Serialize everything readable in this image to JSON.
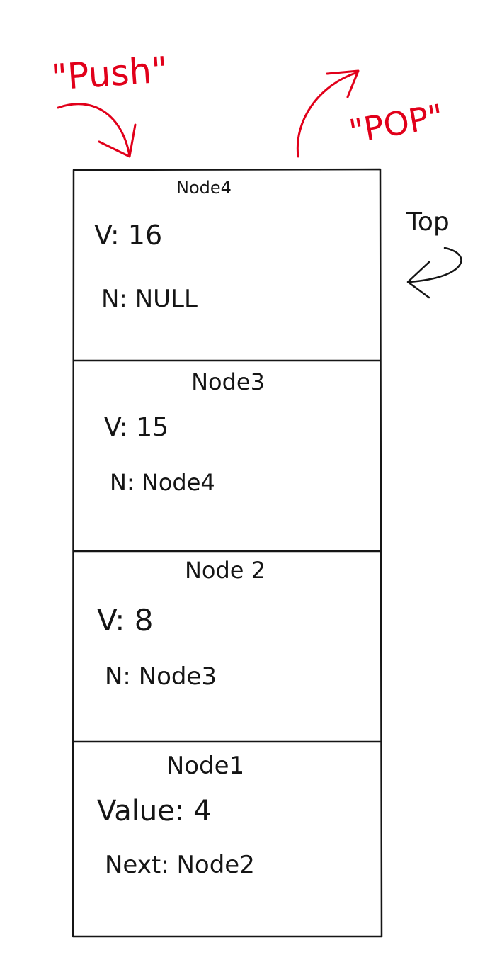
{
  "labels": {
    "push": "\"Push\"",
    "pop": "\"POP\"",
    "top": "Top"
  },
  "nodes": [
    {
      "title": "Node4",
      "value_line": "V: 16",
      "next_line": "N: NULL"
    },
    {
      "title": "Node3",
      "value_line": "V: 15",
      "next_line": "N: Node4"
    },
    {
      "title": "Node 2",
      "value_line": "V: 8",
      "next_line": "N: Node3"
    },
    {
      "title": "Node1",
      "value_line": "Value: 4",
      "next_line": "Next: Node2"
    }
  ],
  "colors": {
    "ink": "#151515",
    "accent": "#e1001a",
    "background": "#ffffff"
  }
}
